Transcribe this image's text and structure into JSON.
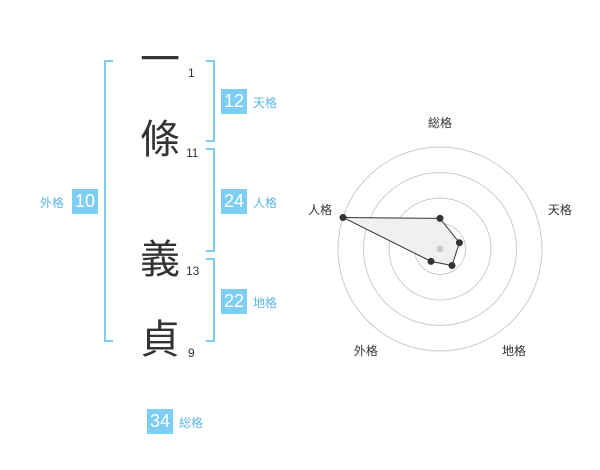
{
  "name": {
    "chars": [
      {
        "kanji": "一",
        "strokes": "1"
      },
      {
        "kanji": "條",
        "strokes": "11"
      },
      {
        "kanji": "義",
        "strokes": "13"
      },
      {
        "kanji": "貞",
        "strokes": "9"
      }
    ]
  },
  "kakusu": {
    "tenkaku": {
      "value": "12",
      "label": "天格"
    },
    "jinkaku": {
      "value": "24",
      "label": "人格"
    },
    "chikaku": {
      "value": "22",
      "label": "地格"
    },
    "gaikaku": {
      "value": "10",
      "label": "外格"
    },
    "soukaku": {
      "value": "34",
      "label": "総格"
    }
  },
  "colors": {
    "accent": "#7ecef4",
    "label": "#5bb5e5",
    "text": "#333333",
    "grid": "#cccccc",
    "fill": "#eeeeee"
  },
  "chart_data": {
    "type": "radar",
    "axes": [
      "総格",
      "天格",
      "地格",
      "外格",
      "人格"
    ],
    "values": [
      0.3,
      0.2,
      0.2,
      0.15,
      1.0
    ],
    "rings": 4
  }
}
